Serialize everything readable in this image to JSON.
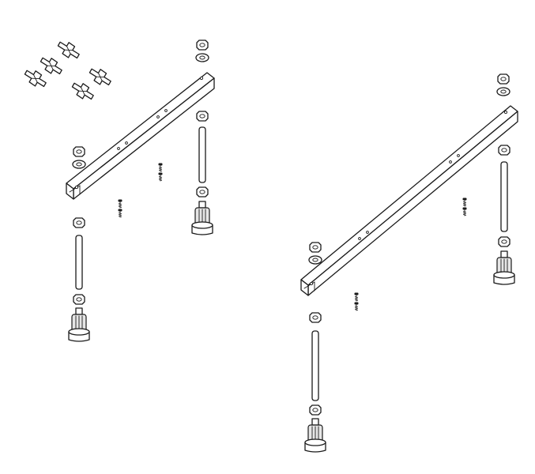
{
  "diagram": {
    "background": "#ffffff",
    "line_color": "#1a1a1a",
    "assemblies": [
      {
        "name": "left-leg-assembly",
        "parts": [
          "mounting-rail",
          "threaded-rod",
          "threaded-rod",
          "adjustable-foot",
          "adjustable-foot",
          "nut",
          "washer",
          "screw"
        ]
      },
      {
        "name": "right-leg-assembly",
        "parts": [
          "mounting-rail",
          "threaded-rod",
          "threaded-rod",
          "adjustable-foot",
          "adjustable-foot",
          "nut",
          "washer",
          "screw"
        ]
      }
    ],
    "bracket_count": 4
  }
}
